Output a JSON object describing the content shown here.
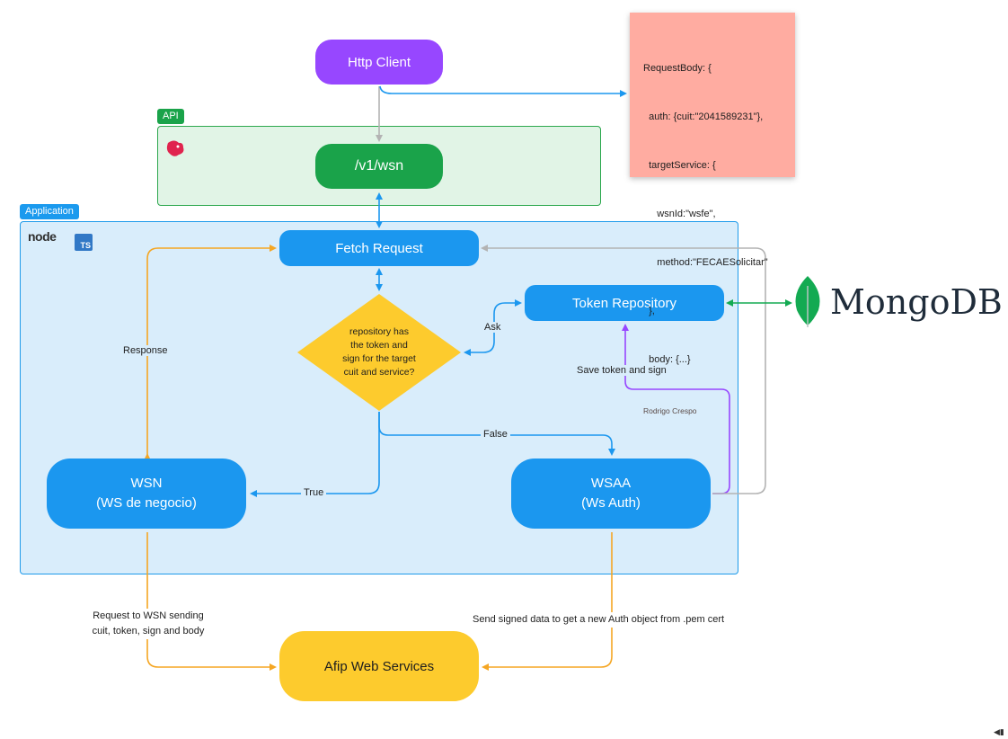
{
  "zones": {
    "api": {
      "tag": "API"
    },
    "application": {
      "tag": "Application"
    }
  },
  "nodes": {
    "http_client": "Http Client",
    "v1_wsn": "/v1/wsn",
    "fetch_request": "Fetch Request",
    "token_repository": "Token Repository",
    "decision": [
      "repository has",
      "the token and",
      "sign for the target",
      "cuit and service?"
    ],
    "wsn": [
      "WSN",
      "(WS de negocio)"
    ],
    "wsaa": [
      "WSAA",
      "(Ws Auth)"
    ],
    "afip": "Afip Web Services"
  },
  "edge_labels": {
    "response": "Response",
    "ask": "Ask",
    "save_token": "Save token and sign",
    "false": "False",
    "true": "True",
    "request_wsn": [
      "Request to WSN sending",
      "cuit, token, sign and body"
    ],
    "send_signed": "Send signed data to get a new Auth object from .pem cert"
  },
  "sticky_note": {
    "lines": [
      "RequestBody: {",
      "  auth: {cuit:\"2041589231\"},",
      "  targetService: {",
      "     wsnId:\"wsfe\",",
      "     method:\"FECAESolicitar\"",
      "  },",
      "  body: {...}"
    ],
    "author": "Rodrigo Crespo"
  },
  "logos": {
    "nest": "nestjs-logo",
    "node": "node",
    "typescript": "TS",
    "mongodb": "MongoDB"
  },
  "colors": {
    "purple": "#9747ff",
    "green": "#1aa34a",
    "blue": "#1b97ef",
    "yellow": "#fdcb2d",
    "orange": "#f5a623",
    "gray": "#b3b3b3",
    "sticky": "#ffaca1",
    "mongo_green": "#13aa52"
  }
}
